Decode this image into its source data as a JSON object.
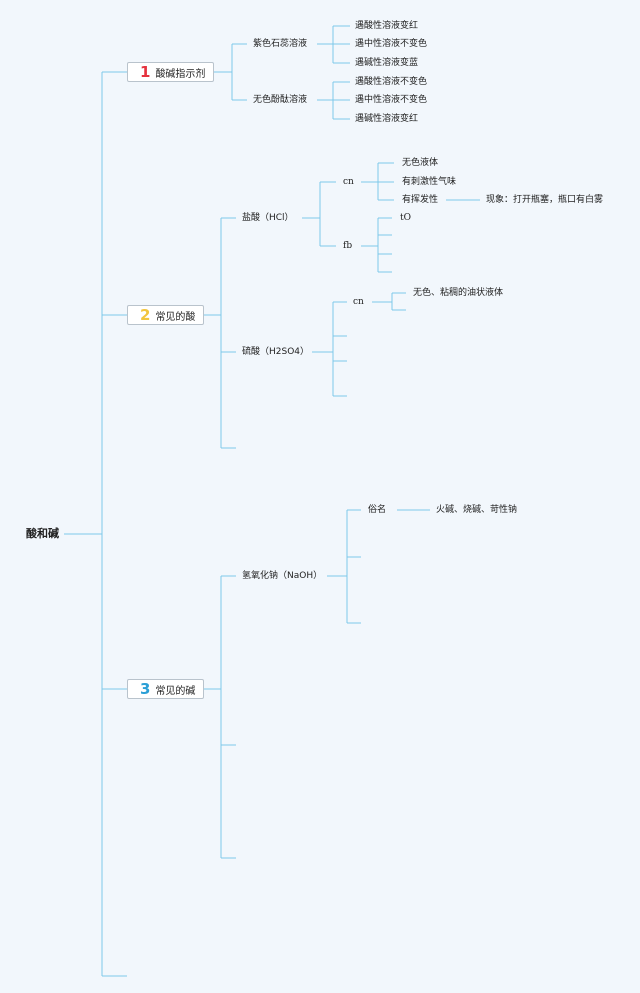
{
  "root": "酸和碱",
  "accent_line": "#7ec8ea",
  "sections": [
    {
      "num": "1",
      "num_color": "#e5323e",
      "label": "酸碱指示剂",
      "indicators": [
        {
          "name": "紫色石蕊溶液",
          "items": [
            "遇酸性溶液变红",
            "遇中性溶液不变色",
            "遇碱性溶液变蓝"
          ]
        },
        {
          "name": "无色酚酞溶液",
          "items": [
            "遇酸性溶液不变色",
            "遇中性溶液不变色",
            "遇碱性溶液变红"
          ]
        }
      ]
    },
    {
      "num": "2",
      "num_color": "#f2c53d",
      "label": "常见的酸",
      "hcl": {
        "name": "盐酸（HCl）",
        "cn": {
          "label": "cn",
          "items": [
            "无色液体",
            "有刺激性气味",
            "有挥发性"
          ],
          "phenomenon": "现象：打开瓶塞，瓶口有白雾"
        },
        "fb": {
          "label": "fb",
          "first": "tO"
        }
      },
      "h2so4": {
        "name": "硫酸（H2SO4）",
        "cn": {
          "label": "cn",
          "item": "无色、粘稠的油状液体"
        }
      }
    },
    {
      "num": "3",
      "num_color": "#2a9fd6",
      "label": "常见的碱",
      "naoh": {
        "name": "氢氧化钠（NaOH）",
        "alias_label": "俗名",
        "alias_value": "火碱、烧碱、苛性钠"
      }
    }
  ]
}
